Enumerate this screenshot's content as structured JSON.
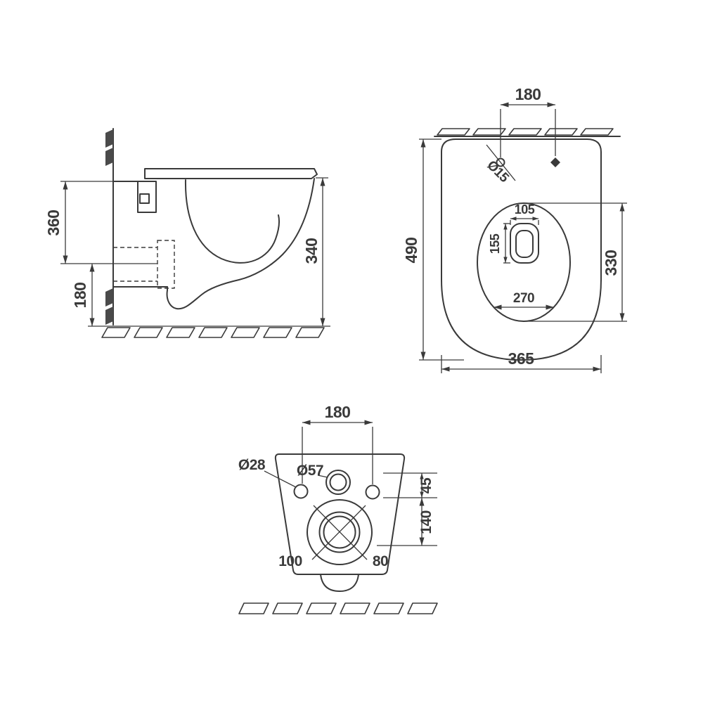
{
  "drawing": {
    "background": "#ffffff",
    "line_color": "#3a3a3a",
    "views": {
      "side": {
        "d360": "360",
        "d180": "180",
        "d340": "340"
      },
      "top": {
        "d180": "180",
        "d15": "Ø15",
        "d490": "490",
        "d105": "105",
        "d155": "155",
        "d330": "330",
        "d270": "270",
        "d365": "365"
      },
      "bottom": {
        "d180": "180",
        "d28": "Ø28",
        "d57": "Ø57",
        "d45": "45",
        "d140": "140",
        "d100": "100",
        "d80": "80"
      }
    }
  }
}
